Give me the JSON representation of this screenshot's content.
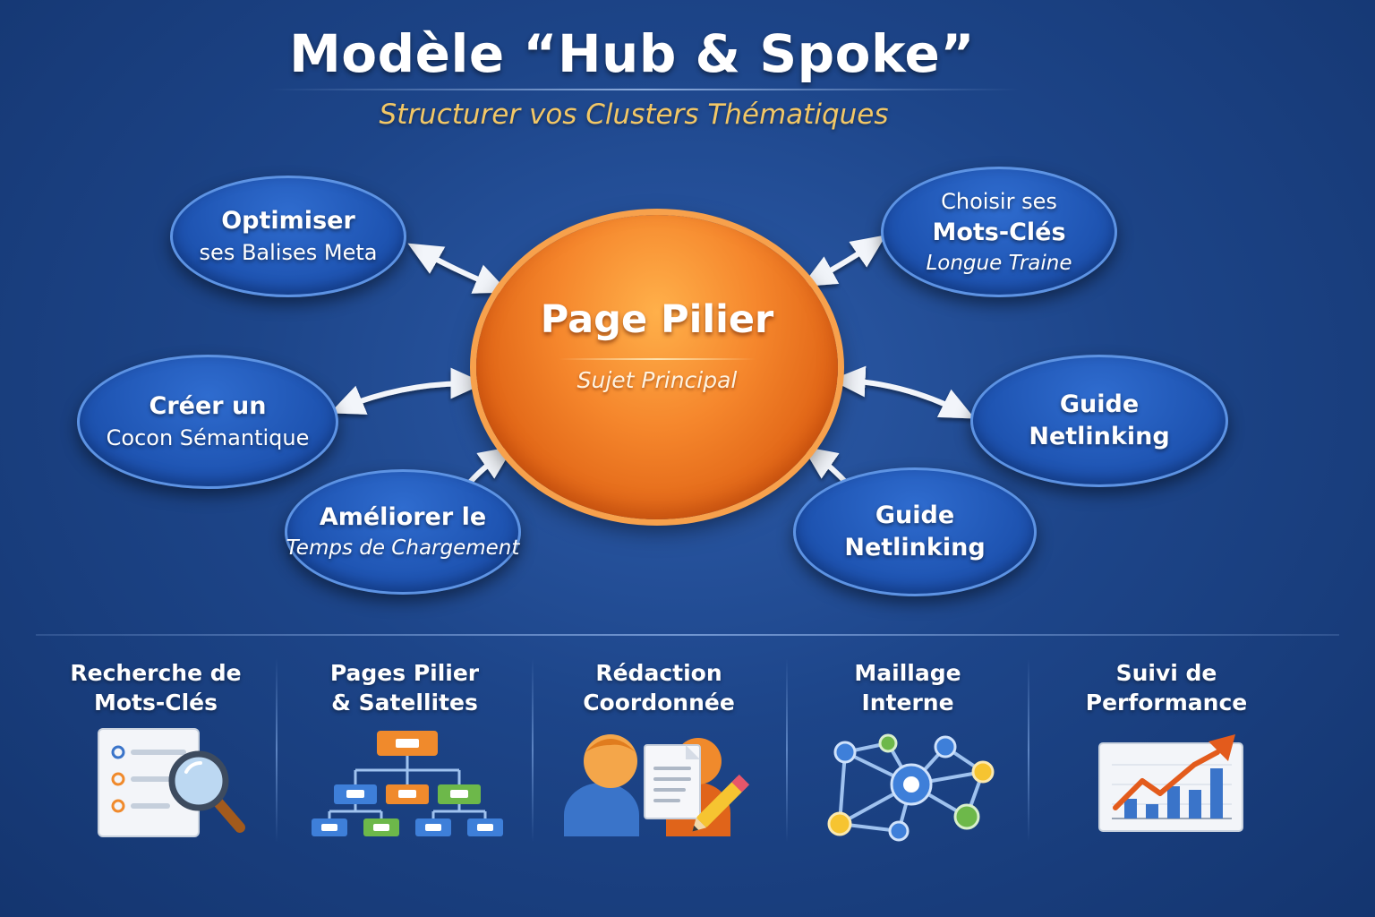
{
  "title": "Modèle “Hub & Spoke”",
  "subtitle": "Structurer vos Clusters Thématiques",
  "hub": {
    "title": "Page Pilier",
    "subtitle": "Sujet Principal"
  },
  "spokes": [
    {
      "lines": [
        "Optimiser",
        "ses Balises Meta"
      ]
    },
    {
      "lines": [
        "Choisir ses",
        "Mots-Clés",
        "Longue Traine"
      ]
    },
    {
      "lines": [
        "Créer un",
        "Cocon Sémantique"
      ]
    },
    {
      "lines": [
        "Guide",
        "Netlinking"
      ]
    },
    {
      "lines": [
        "Améliorer le",
        "Temps de Chargement"
      ]
    },
    {
      "lines": [
        "Guide",
        "Netlinking"
      ]
    }
  ],
  "steps": [
    {
      "lines": [
        "Recherche de",
        "Mots-Clés"
      ],
      "icon": "keyword-research-icon"
    },
    {
      "lines": [
        "Pages Pilier",
        "& Satellites"
      ],
      "icon": "hierarchy-icon"
    },
    {
      "lines": [
        "Rédaction",
        "Coordonnée"
      ],
      "icon": "collaboration-writing-icon"
    },
    {
      "lines": [
        "Maillage",
        "Interne"
      ],
      "icon": "network-icon"
    },
    {
      "lines": [
        "Suivi de",
        "Performance"
      ],
      "icon": "growth-chart-icon"
    }
  ],
  "colors": {
    "background": "#1d4589",
    "hub": "#f5862c",
    "spoke": "#1f55b3",
    "accent_subtitle": "#f2c766",
    "arrow": "#f2f5fa"
  }
}
